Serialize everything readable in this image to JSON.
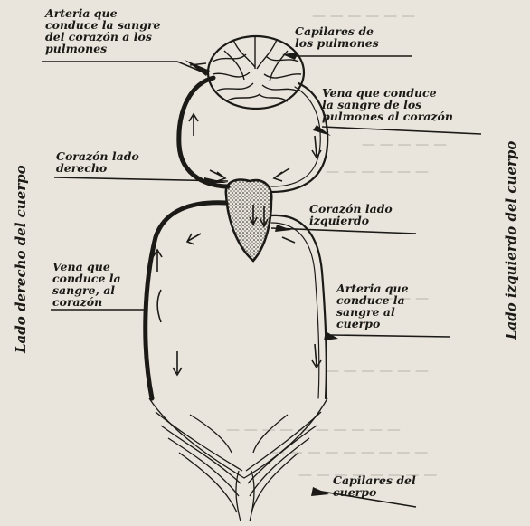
{
  "diagram": {
    "labels": {
      "artery_to_lungs": "Arteria que\nconduce la sangre\ndel corazón a los\npulmones",
      "lung_capillaries": "Capilares de\nlos pulmones",
      "vein_lungs_to_heart": "Vena que conduce\nla sangre de los\npulmones al corazón",
      "heart_right": "Corazón lado\nderecho",
      "heart_left": "Corazón lado\nizquierdo",
      "vein_to_heart": "Vena que\nconduce la\nsangre, al\ncorazón",
      "artery_to_body": "Arteria que\nconduce la\nsangre al\ncuerpo",
      "body_capillaries": "Capilares del\ncuerpo"
    },
    "side_labels": {
      "right_side_of_body": "Lado derecho del cuerpo",
      "left_side_of_body": "Lado izquierdo del cuerpo"
    },
    "colors": {
      "paper": "#e9e5dc",
      "ink": "#1c1a17",
      "bleed_text": "#8f8a80"
    }
  }
}
